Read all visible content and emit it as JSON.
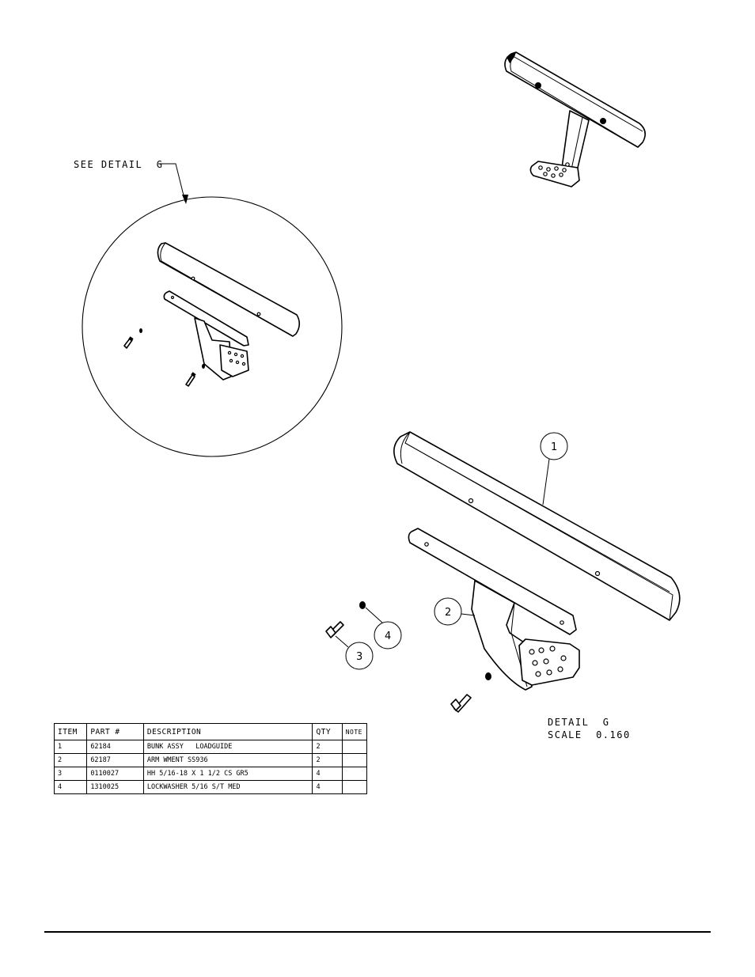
{
  "callout": {
    "see_detail": "SEE DETAIL  G"
  },
  "detail": {
    "title": "DETAIL  G",
    "scale": "SCALE  0.160"
  },
  "balloons": [
    "1",
    "2",
    "3",
    "4"
  ],
  "bom": {
    "headers": [
      "ITEM",
      "PART #",
      "DESCRIPTION",
      "QTY",
      "NOTE"
    ],
    "rows": [
      {
        "item": "1",
        "part": "62184",
        "description": "BUNK ASSY   LOADGUIDE",
        "qty": "2",
        "note": ""
      },
      {
        "item": "2",
        "part": "62187",
        "description": "ARM WMENT SS936",
        "qty": "2",
        "note": ""
      },
      {
        "item": "3",
        "part": "0110027",
        "description": "HH 5/16-18 X 1 1/2 CS GR5",
        "qty": "4",
        "note": ""
      },
      {
        "item": "4",
        "part": "1310025",
        "description": "LOCKWASHER 5/16 S/T MED",
        "qty": "4",
        "note": ""
      }
    ]
  }
}
